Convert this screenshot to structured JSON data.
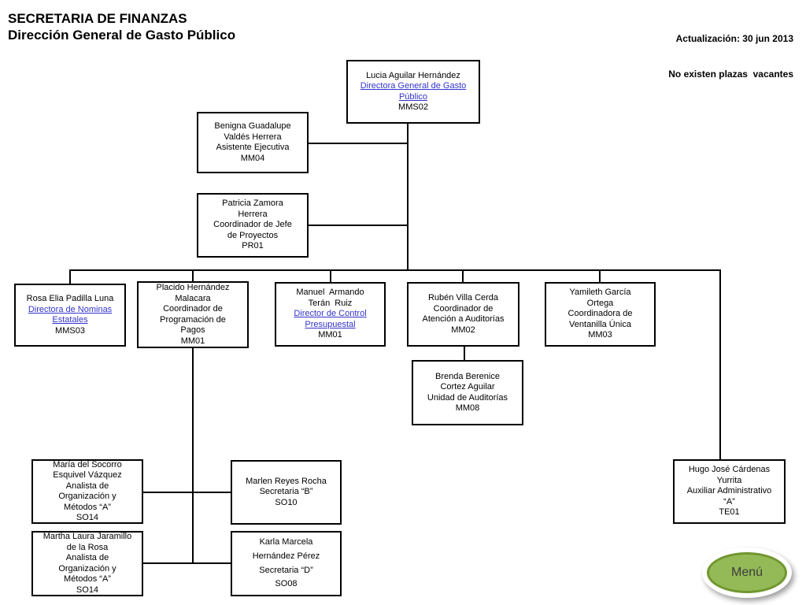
{
  "header": {
    "title_line1": "SECRETARIA DE FINANZAS",
    "title_line2": "Dirección General de Gasto Público",
    "updated": "Actualización: 30 jun 2013",
    "note": "No existen plazas  vacantes"
  },
  "colors": {
    "link": "#3333cc",
    "connector_line": "#000000",
    "box_border": "#000000",
    "menu_fill": "#94ba58",
    "menu_border": "#71962f",
    "menu_text": "#3c3c3c"
  },
  "menu_button": {
    "label": "Menú"
  },
  "boxes": [
    {
      "id": "lucia",
      "lines": [
        {
          "t": "Lucia Aguilar Hernández"
        },
        {
          "t": "Directora General de Gasto",
          "link": true
        },
        {
          "t": "Público",
          "link": true
        },
        {
          "t": "MMS02"
        }
      ]
    },
    {
      "id": "benigna",
      "lines": [
        {
          "t": "Benigna Guadalupe"
        },
        {
          "t": "Valdés Herrera"
        },
        {
          "t": "Asistente Ejecutiva"
        },
        {
          "t": "MM04"
        }
      ]
    },
    {
      "id": "patricia",
      "lines": [
        {
          "t": "Patricia Zamora"
        },
        {
          "t": "Herrera"
        },
        {
          "t": "Coordinador de Jefe"
        },
        {
          "t": "de Proyectos"
        },
        {
          "t": "PR01"
        }
      ]
    },
    {
      "id": "rosa",
      "lines": [
        {
          "t": "Rosa Elia Padilla Luna"
        },
        {
          "t": "Directora de Nominas",
          "link": true
        },
        {
          "t": "Estatales",
          "link": true
        },
        {
          "t": "MMS03"
        }
      ]
    },
    {
      "id": "placido",
      "lines": [
        {
          "t": "Placido Hernández"
        },
        {
          "t": "Malacara"
        },
        {
          "t": "Coordinador de"
        },
        {
          "t": "Programación de"
        },
        {
          "t": "Pagos"
        },
        {
          "t": "MM01"
        }
      ]
    },
    {
      "id": "manuel",
      "lines": [
        {
          "t": "Manuel  Armando"
        },
        {
          "t": "Terán  Ruiz"
        },
        {
          "t": "Director de Control",
          "link": true
        },
        {
          "t": "Presupuestal",
          "link": true
        },
        {
          "t": "MM01"
        }
      ]
    },
    {
      "id": "ruben",
      "lines": [
        {
          "t": "Rubén Villa Cerda"
        },
        {
          "t": "Coordinador de"
        },
        {
          "t": "Atención a Auditorías"
        },
        {
          "t": "MM02"
        }
      ]
    },
    {
      "id": "yamileth",
      "lines": [
        {
          "t": "Yamileth García"
        },
        {
          "t": "Ortega"
        },
        {
          "t": "Coordinadora de"
        },
        {
          "t": "Ventanilla Única"
        },
        {
          "t": "MM03"
        }
      ]
    },
    {
      "id": "brenda",
      "lines": [
        {
          "t": "Brenda Berenice"
        },
        {
          "t": "Cortez Aguilar"
        },
        {
          "t": "Unidad de Auditorías"
        },
        {
          "t": "MM08"
        }
      ]
    },
    {
      "id": "maria",
      "lines": [
        {
          "t": "María del Socorro"
        },
        {
          "t": "Esquivel Vázquez"
        },
        {
          "t": "Analista de"
        },
        {
          "t": "Organización y"
        },
        {
          "t": "Métodos “A”"
        },
        {
          "t": "SO14"
        }
      ]
    },
    {
      "id": "martha",
      "lines": [
        {
          "t": "Martha Laura Jaramillo"
        },
        {
          "t": "de la Rosa"
        },
        {
          "t": "Analista de"
        },
        {
          "t": "Organización y"
        },
        {
          "t": "Métodos “A”"
        },
        {
          "t": "SO14"
        }
      ]
    },
    {
      "id": "marlen",
      "lines": [
        {
          "t": "Marlen Reyes Rocha"
        },
        {
          "t": "Secretaria “B”"
        },
        {
          "t": "SO10"
        }
      ]
    },
    {
      "id": "karla",
      "lines": [
        {
          "t": "Karla Marcela"
        },
        {
          "t": "Hernández Pérez"
        },
        {
          "t": "Secretaria “D”"
        },
        {
          "t": "SO08"
        }
      ]
    },
    {
      "id": "hugo",
      "lines": [
        {
          "t": "Hugo José Cárdenas"
        },
        {
          "t": "Yurrita"
        },
        {
          "t": "Auxiliar Administrativo"
        },
        {
          "t": "“A”"
        },
        {
          "t": "TE01"
        }
      ]
    }
  ]
}
